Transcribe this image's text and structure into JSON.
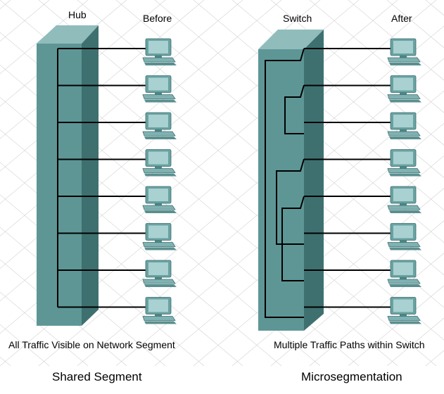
{
  "labels": {
    "hub": "Hub",
    "before": "Before",
    "switch": "Switch",
    "after": "After",
    "hub_caption": "All Traffic Visible on Network Segment",
    "switch_caption": "Multiple Traffic Paths within Switch",
    "left_title": "Shared Segment",
    "right_title": "Microsegmentation"
  },
  "colors": {
    "device_front": "#5e9696",
    "device_side": "#3f7070",
    "device_top": "#90bcbc",
    "wire": "#000000",
    "grid": "#d2d2d2",
    "computer_body": "#6aa2a2",
    "computer_screen": "#a9d1d1"
  },
  "icons": [
    "hub-device-icon",
    "switch-device-icon",
    "computer-icon"
  ],
  "hub_computers": 8,
  "switch_computers": 8
}
